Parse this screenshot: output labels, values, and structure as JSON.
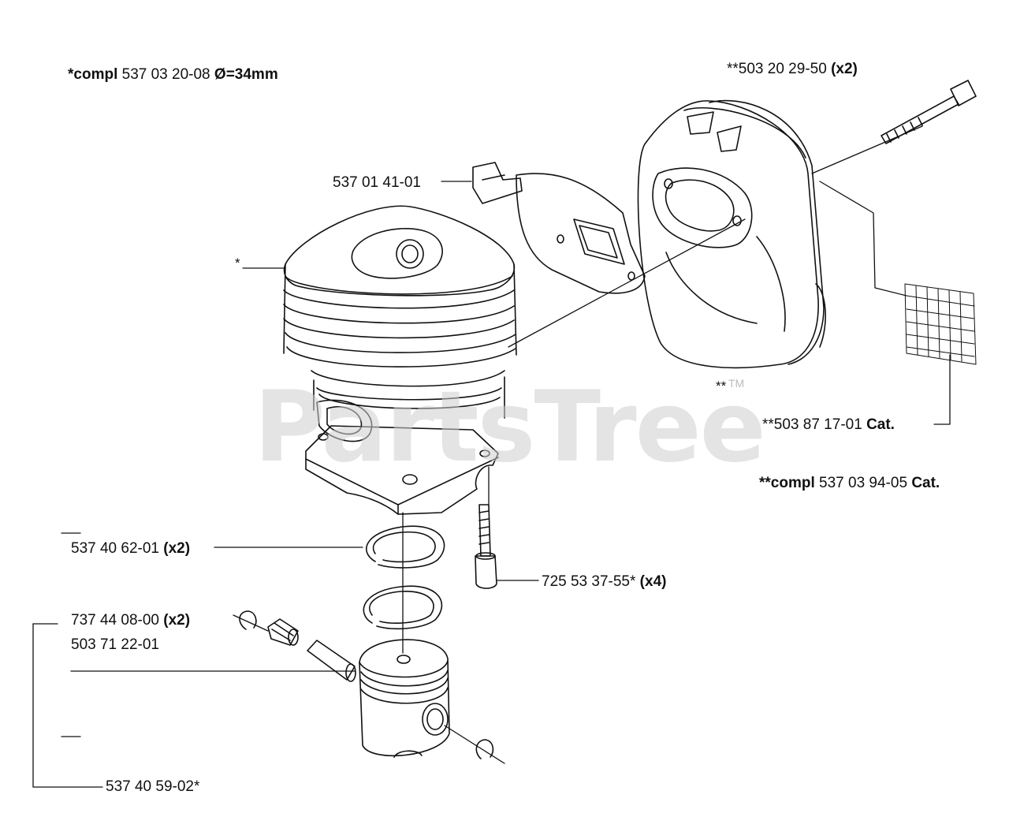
{
  "watermark": {
    "brand": "PartsTree",
    "tm": "TM"
  },
  "labels": {
    "cylinder_assembly": {
      "prefix": "*compl",
      "number": "537 03 20-08",
      "suffix": "Ø=34mm"
    },
    "muffler_bolt": {
      "prefix": "**503 20 29-50",
      "suffix": "(x2)"
    },
    "gasket": {
      "number": "537 01 41-01"
    },
    "cylinder_star": "*",
    "muffler_star": "**",
    "catalyst": {
      "prefix": "**503 87 17-01",
      "suffix": "Cat."
    },
    "muffler_assembly": {
      "prefix": "**compl",
      "number": "537 03 94-05",
      "suffix": "Cat."
    },
    "piston_ring": {
      "number": "537 40 62-01",
      "suffix": "(x2)"
    },
    "cylinder_screw": {
      "number": "725 53 37-55*",
      "suffix": "(x4)"
    },
    "circlip": {
      "number": "737 44 08-00",
      "suffix": "(x2)"
    },
    "needle_bearing": {
      "number": "503 71 22-01"
    },
    "piston": {
      "number": "537 40 59-02*"
    }
  },
  "colors": {
    "line": "#111111",
    "watermark": "#cfcfcf"
  }
}
